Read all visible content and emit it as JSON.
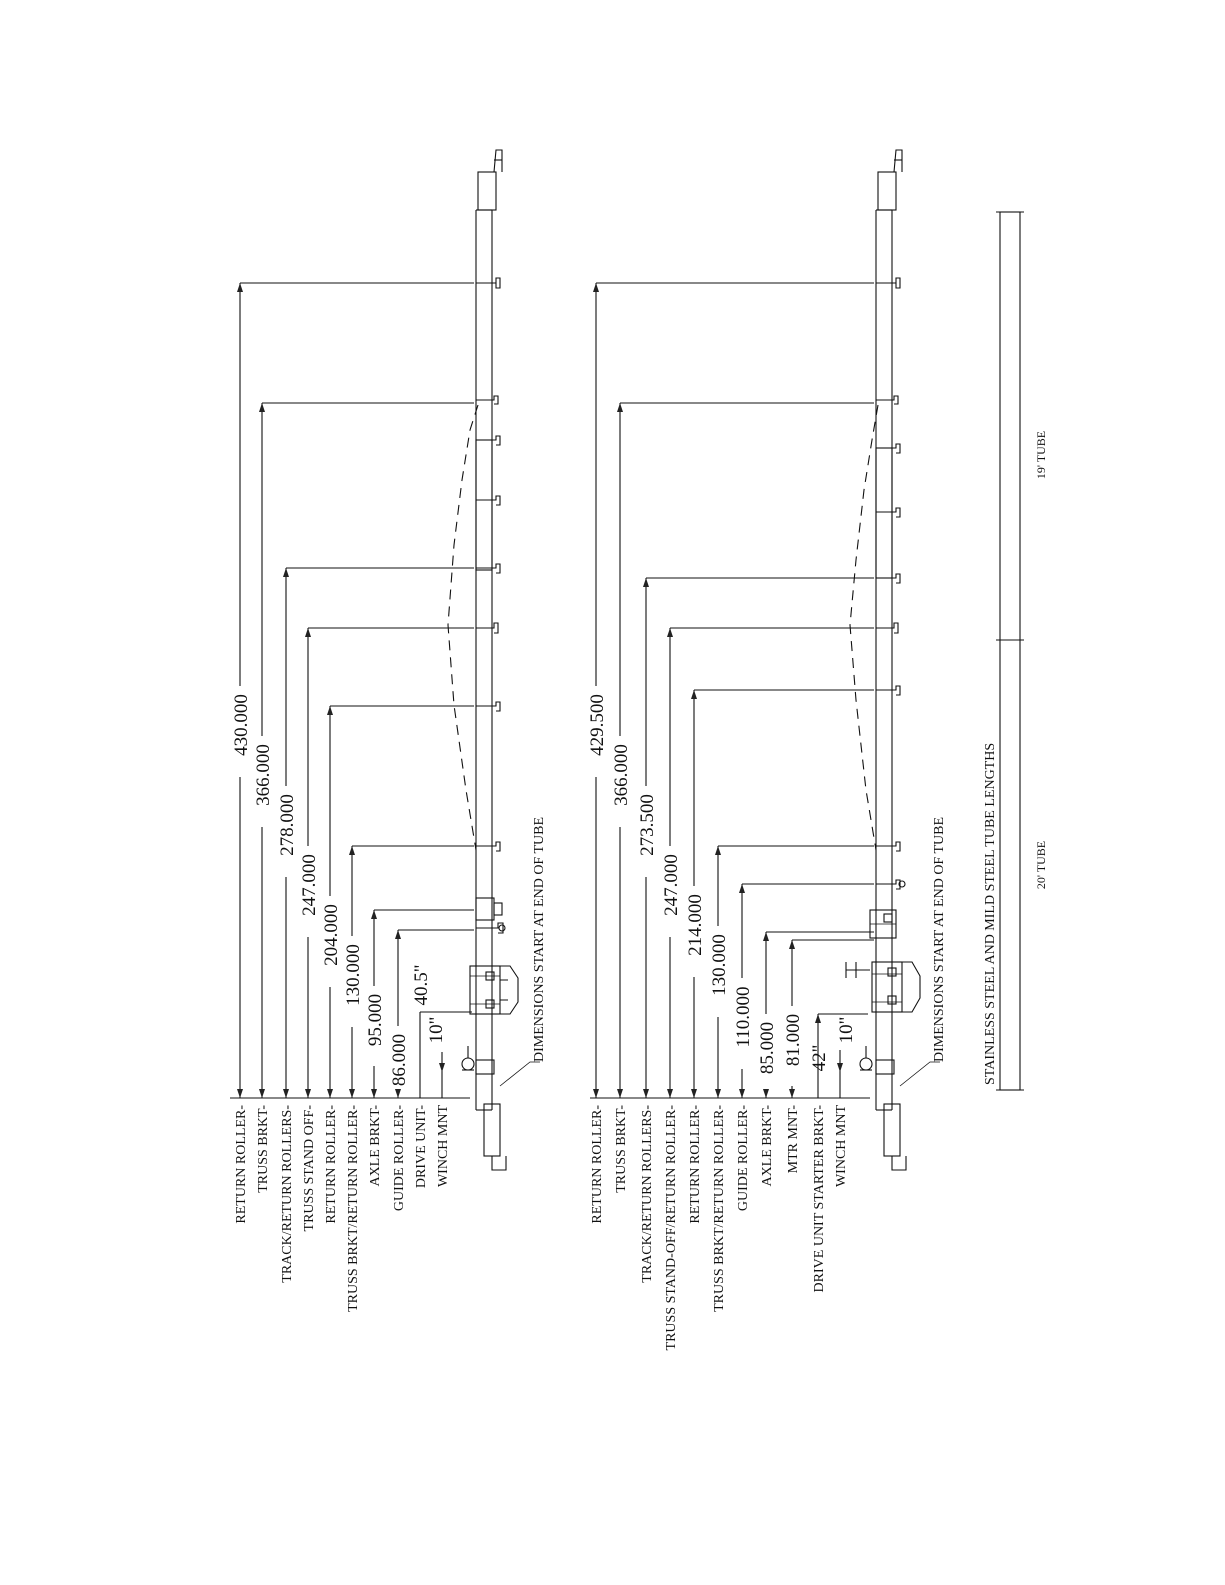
{
  "drawing_a": {
    "labels": [
      "RETURN ROLLER",
      "TRUSS BRKT",
      "TRACK/RETURN ROLLERS",
      "TRUSS STAND OFF",
      "RETURN ROLLER",
      "TRUSS BRKT/RETURN ROLLER",
      "AXLE BRKT",
      "GUIDE ROLLER",
      "DRIVE UNIT",
      "WINCH MNT"
    ],
    "dimensions": [
      "430.000",
      "366.000",
      "278.000",
      "247.000",
      "204.000",
      "130.000",
      "95.000",
      "86.000",
      "40.5\"",
      "10\""
    ],
    "note": "DIMENSIONS START AT END OF TUBE"
  },
  "drawing_b": {
    "labels": [
      "RETURN ROLLER",
      "TRUSS BRKT",
      "TRACK/RETURN ROLLERS",
      "TRUSS STAND-OFF/RETURN ROLLER",
      "RETURN ROLLER",
      "TRUSS BRKT/RETURN ROLLER",
      "GUIDE ROLLER",
      "AXLE BRKT",
      "MTR MNT",
      "DRIVE UNIT STARTER BRKT",
      "WINCH MNT"
    ],
    "dimensions": [
      "429.500",
      "366.000",
      "273.500",
      "247.000",
      "214.000",
      "130.000",
      "110.000",
      "85.000",
      "81.000",
      "42\"",
      "10\""
    ],
    "note": "DIMENSIONS START AT END OF TUBE"
  },
  "tube_lengths": {
    "title": "STAINLESS STEEL AND MILD STEEL TUBE LENGTHS",
    "segments": [
      "20' TUBE",
      "19' TUBE"
    ]
  }
}
